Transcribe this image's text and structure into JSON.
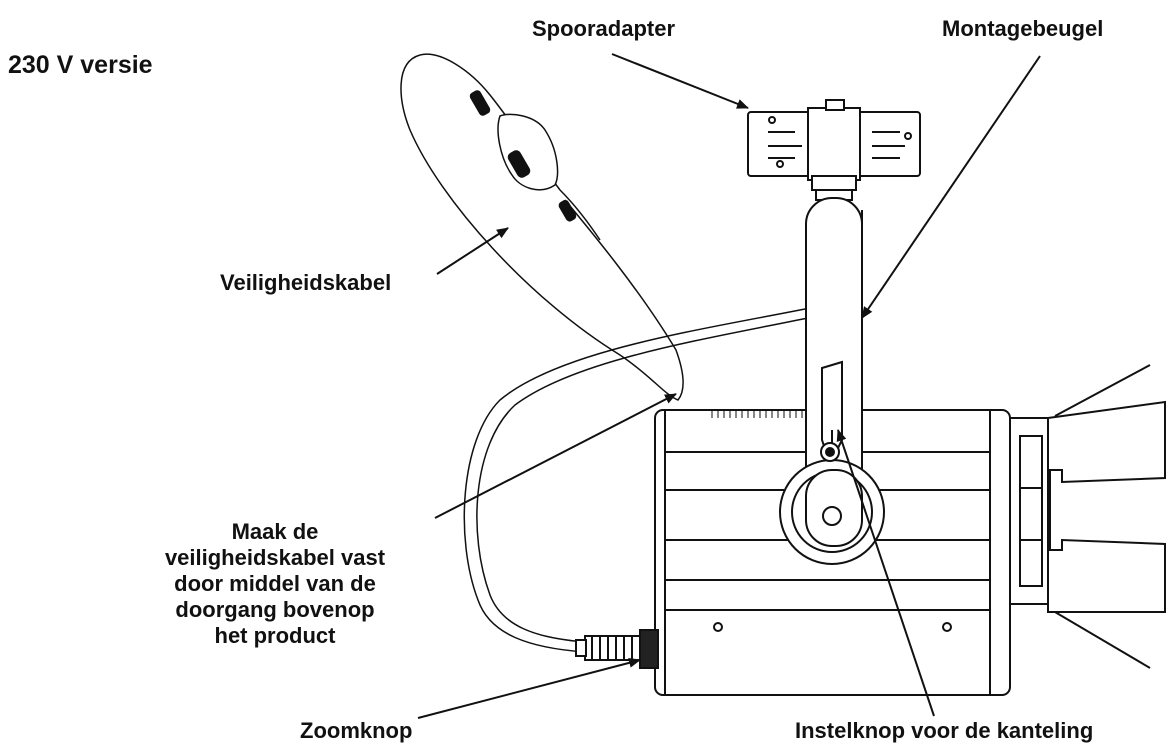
{
  "labels": {
    "version": "230 V versie",
    "track_adapter": "Spooradapter",
    "mounting_bracket": "Montagebeugel",
    "safety_cable": "Veiligheidskabel",
    "safety_instruction": [
      "Maak de",
      "veiligheidskabel vast",
      "door middel van de",
      "doorgang bovenop",
      "het product"
    ],
    "zoom_knob": "Zoomknop",
    "tilt_knob": "Instelknop voor de kanteling"
  },
  "colors": {
    "line": "#111111",
    "background": "#ffffff",
    "body_fill": "#ffffff",
    "shade": "#dddddd"
  }
}
